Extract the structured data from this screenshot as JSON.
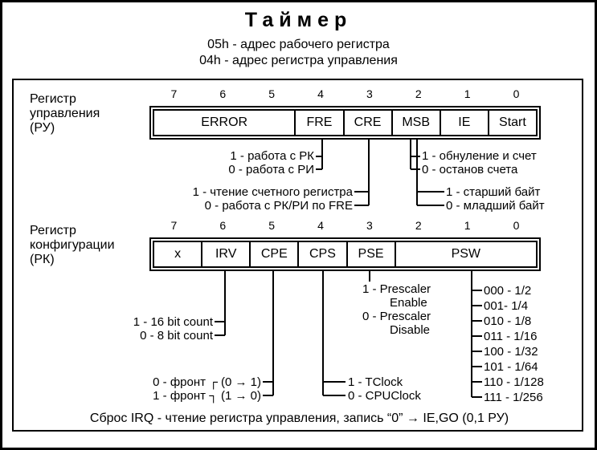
{
  "title": "Таймер",
  "subtitle_lines": [
    "05h - адрес рабочего регистра",
    "04h - адрес регистра управления"
  ],
  "control_register": {
    "label_lines": [
      "Регистр",
      "управления",
      "(РУ)"
    ],
    "bits": [
      "7",
      "6",
      "5",
      "4",
      "3",
      "2",
      "1",
      "0"
    ],
    "fields": [
      "ERROR",
      "FRE",
      "CRE",
      "MSB",
      "IE",
      "Start"
    ],
    "fre_notes": [
      "1 - работа с РК",
      "0 - работа с РИ"
    ],
    "cre_notes": [
      "1 - чтение счетного регистра",
      "0 - работа с РК/РИ по FRE"
    ],
    "start_notes": [
      "1 - обнуление и счет",
      "0 - останов счета"
    ],
    "msb_notes": [
      "1 - старший байт",
      "0 - младший байт"
    ]
  },
  "config_register": {
    "label_lines": [
      "Регистр",
      "конфигурации",
      "(РК)"
    ],
    "bits": [
      "7",
      "6",
      "5",
      "4",
      "3",
      "2",
      "1",
      "0"
    ],
    "fields": [
      "x",
      "IRV",
      "CPE",
      "CPS",
      "PSE",
      "PSW"
    ],
    "pse_notes": [
      "1 - Prescaler",
      "Enable",
      "0 - Prescaler",
      "Disable"
    ],
    "irv_notes": [
      "1 - 16 bit count",
      "0 - 8 bit count"
    ],
    "cpe_notes": [
      "0 - фронт ┌ (0 → 1)",
      "1 - фронт ┐ (1 → 0)"
    ],
    "cps_notes": [
      "1 - TClock",
      "0 - CPUClock"
    ],
    "psw_notes": [
      "000 - 1/2",
      "001- 1/4",
      "010 - 1/8",
      "011 - 1/16",
      "100 - 1/32",
      "101 - 1/64",
      "110 - 1/128",
      "111 - 1/256"
    ]
  },
  "footer": "Сброс IRQ - чтение регистра управления, запись “0” → IE,GO (0,1 РУ)"
}
